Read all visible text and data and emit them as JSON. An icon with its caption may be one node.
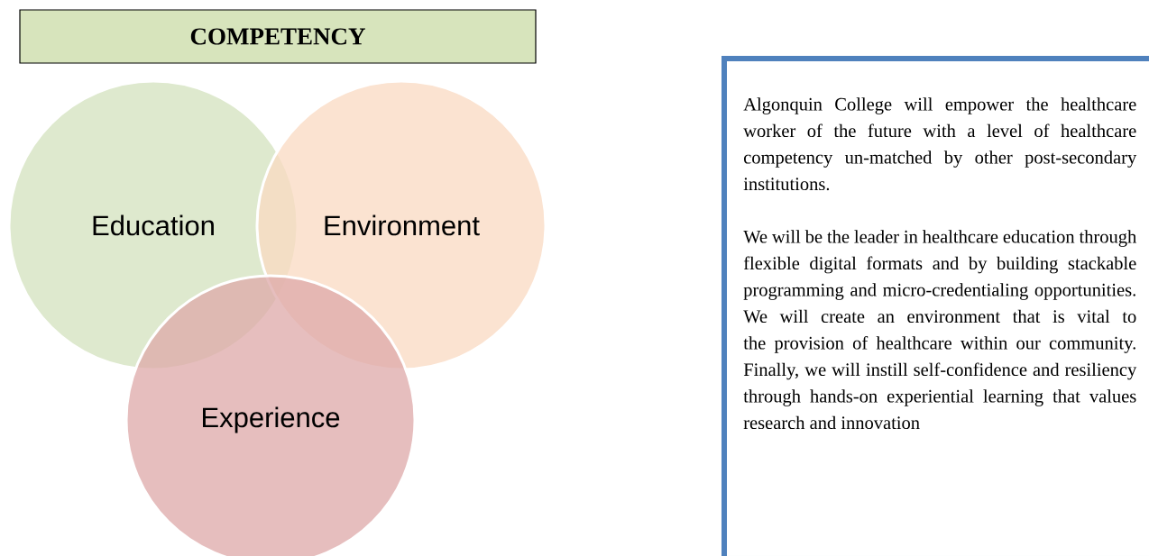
{
  "diagram": {
    "nodes": [
      {
        "text": [
          "COMPETENCY"
        ]
      },
      {
        "text": [
          "Education"
        ]
      },
      {
        "text": [
          "Environment"
        ]
      },
      {
        "text": [
          "Experience"
        ]
      },
      {
        "text": [
          "Algonquin College will empower the healthcare worker of the future with a level of healthcare competency un-matched by other post-secondary institutions.",
          "We will be the leader in healthcare education through flexible digital formats and by building stackable programming and micro-credentialing opportunities. We will create an environment that is vital to the provision of healthcare within our community.  Finally, we will instill self-confidence and resiliency through hands-on experiential learning that values research and innovation"
        ]
      }
    ]
  }
}
